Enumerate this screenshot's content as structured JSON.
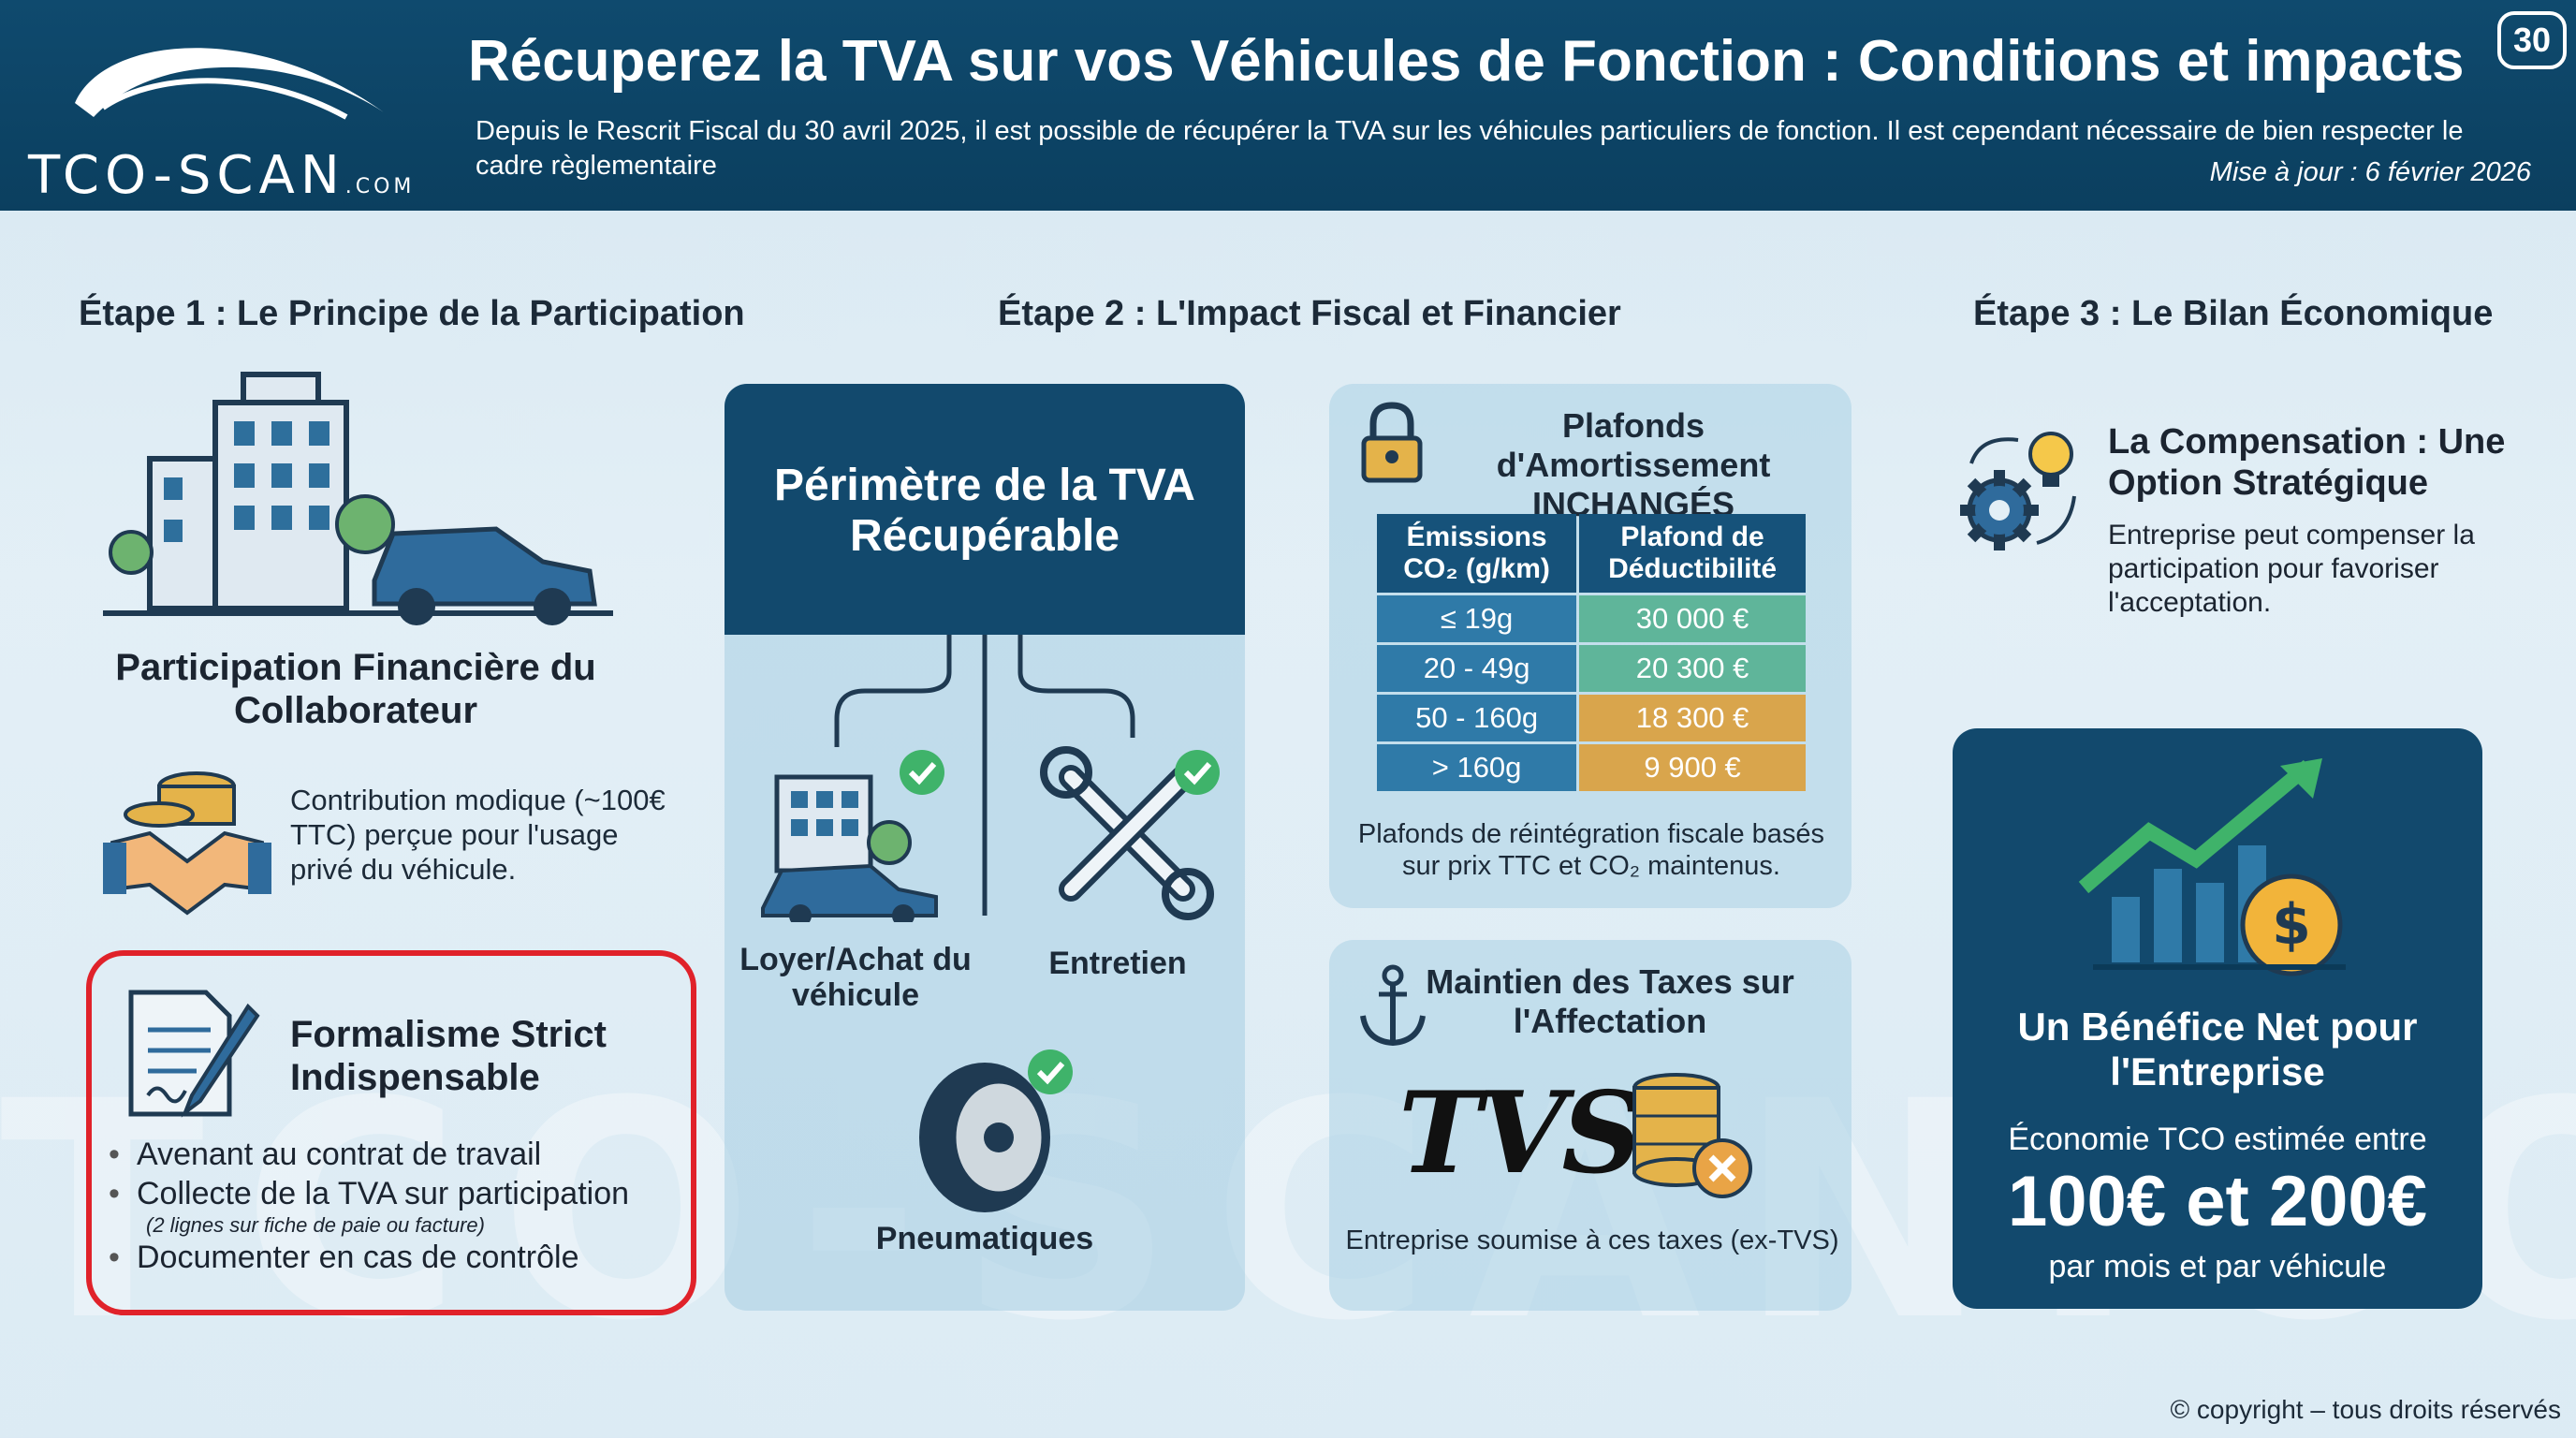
{
  "header": {
    "logo_text": "TCO-SCAN",
    "logo_suffix": ".COM",
    "title": "Récuperez la TVA sur vos Véhicules de Fonction : Conditions et impacts",
    "subtitle": "Depuis le Rescrit Fiscal du 30 avril 2025, il est possible de récupérer la TVA sur les véhicules particuliers de fonction. Il est cependant nécessaire de bien respecter le cadre règlementaire",
    "update": "Mise à jour : 6 février 2026",
    "page_number": "30"
  },
  "watermark": "TCO-SCAN.COM",
  "step1": {
    "heading": "Étape 1 : Le Principe de la Participation",
    "title": "Participation Financière du Collaborateur",
    "contribution": "Contribution modique (~100€ TTC) perçue pour l'usage privé du véhicule.",
    "formal_title": "Formalisme Strict Indispensable",
    "items": [
      "Avenant au contrat de travail",
      "Collecte de la TVA sur participation",
      "Documenter en cas de contrôle"
    ],
    "item_note": "(2 lignes sur fiche de paie ou facture)"
  },
  "step2": {
    "heading": "Étape 2 : L'Impact Fiscal et Financier",
    "perimeter_title": "Périmètre de la TVA Récupérable",
    "perimeter_items": [
      "Loyer/Achat du véhicule",
      "Entretien",
      "Pneumatiques"
    ],
    "amort_title": "Plafonds d'Amortissement INCHANGÉS",
    "table_headers": [
      "Émissions CO₂ (g/km)",
      "Plafond de Déductibilité"
    ],
    "table_rows": [
      [
        "≤ 19g",
        "30 000 €"
      ],
      [
        "20 - 49g",
        "20 300 €"
      ],
      [
        "50 - 160g",
        "18 300 €"
      ],
      [
        "> 160g",
        "9 900 €"
      ]
    ],
    "amort_note": "Plafonds de réintégration fiscale basés sur prix TTC et CO₂ maintenus.",
    "taxes_title": "Maintien des Taxes sur l'Affectation",
    "tvs_label": "TVS",
    "taxes_note": "Entreprise soumise à ces taxes (ex-TVS)"
  },
  "step3": {
    "heading": "Étape 3 : Le Bilan Économique",
    "comp_title": "La Compensation : Une Option Stratégique",
    "comp_text": "Entreprise peut compenser la participation pour favoriser l'acceptation.",
    "benefit_title": "Un Bénéfice Net pour l'Entreprise",
    "benefit_line": "Économie TCO estimée entre",
    "benefit_amount": "100€ et 200€",
    "benefit_sub": "par mois et par véhicule"
  },
  "copyright": "© copyright – tous droits réservés",
  "colors": {
    "header_bg": "#0f4a6e",
    "panel_dark": "#12496d",
    "alert_red": "#e0222a",
    "check_green": "#3fb36a",
    "table_green": "#5fb59a",
    "table_yellow": "#d9a54c"
  }
}
